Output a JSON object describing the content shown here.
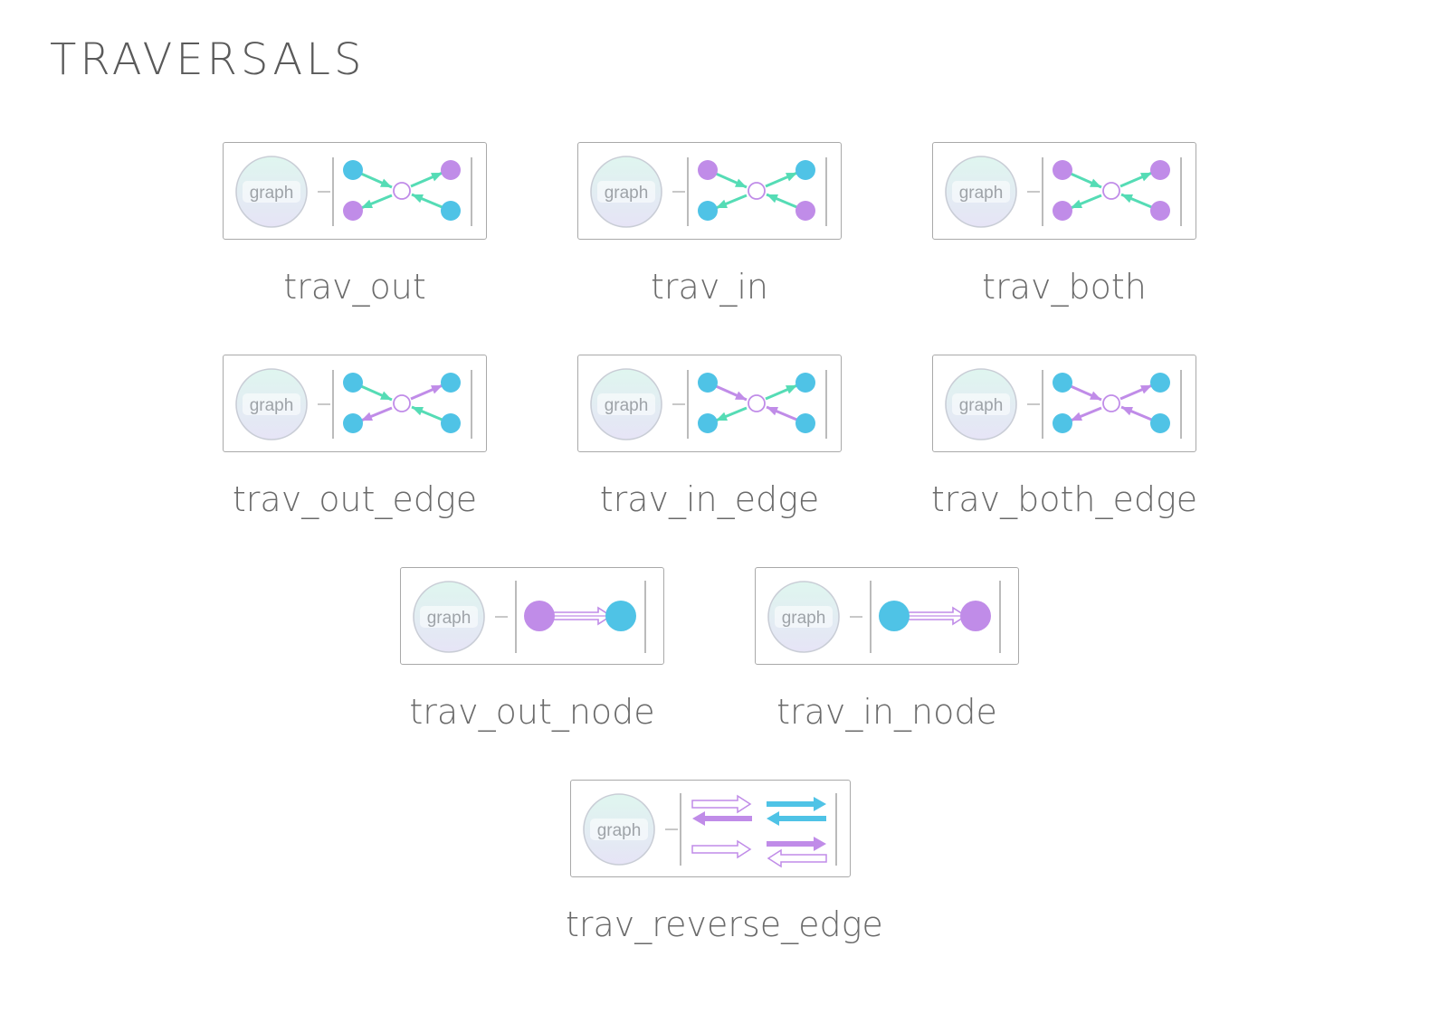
{
  "title": "TRAVERSALS",
  "badge_label": "graph",
  "colors": {
    "teal": "#55dcb5",
    "purple": "#c08ce8",
    "blue": "#4fc3e6",
    "border": "#a9a9a9"
  },
  "items": [
    {
      "caption": "trav_out",
      "kind": "cross",
      "nodes": [
        "blue",
        "purple",
        "purple",
        "blue"
      ],
      "arrows": [
        "teal",
        "teal",
        "teal",
        "teal"
      ]
    },
    {
      "caption": "trav_in",
      "kind": "cross",
      "nodes": [
        "purple",
        "blue",
        "blue",
        "purple"
      ],
      "arrows": [
        "teal",
        "teal",
        "teal",
        "teal"
      ]
    },
    {
      "caption": "trav_both",
      "kind": "cross",
      "nodes": [
        "purple",
        "purple",
        "purple",
        "purple"
      ],
      "arrows": [
        "teal",
        "teal",
        "teal",
        "teal"
      ]
    },
    {
      "caption": "trav_out_edge",
      "kind": "cross",
      "nodes": [
        "blue",
        "blue",
        "blue",
        "blue"
      ],
      "arrows": [
        "teal",
        "purple",
        "purple",
        "teal"
      ]
    },
    {
      "caption": "trav_in_edge",
      "kind": "cross",
      "nodes": [
        "blue",
        "blue",
        "blue",
        "blue"
      ],
      "arrows": [
        "purple",
        "teal",
        "teal",
        "purple"
      ]
    },
    {
      "caption": "trav_both_edge",
      "kind": "cross",
      "nodes": [
        "blue",
        "blue",
        "blue",
        "blue"
      ],
      "arrows": [
        "purple",
        "purple",
        "purple",
        "purple"
      ]
    },
    {
      "caption": "trav_out_node",
      "kind": "node",
      "from": "purple",
      "to": "blue"
    },
    {
      "caption": "trav_in_node",
      "kind": "node",
      "from": "blue",
      "to": "purple"
    },
    {
      "caption": "trav_reverse_edge",
      "kind": "reverse"
    }
  ]
}
